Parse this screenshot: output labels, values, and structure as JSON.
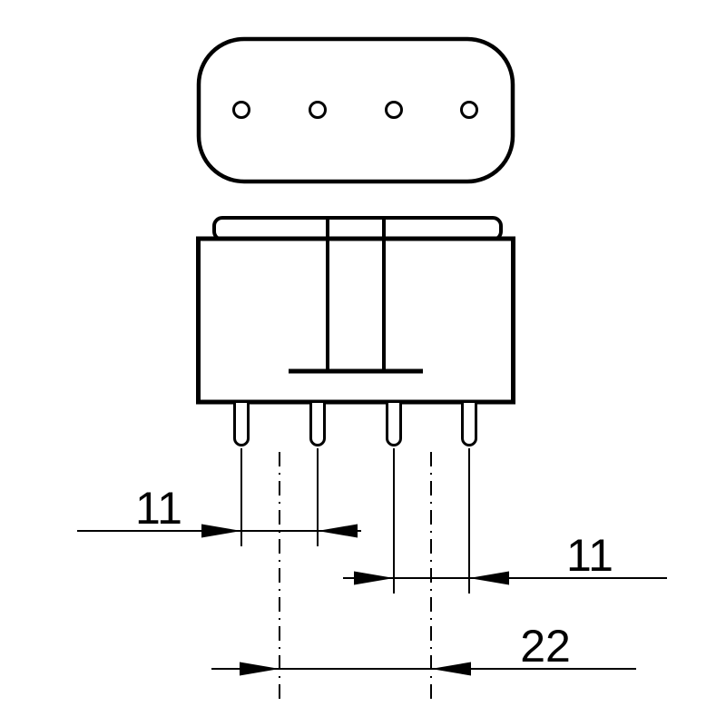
{
  "drawing": {
    "background_color": "#ffffff",
    "line_color": "#000000",
    "views": {
      "top_view": "lamp-base-top-view-with-4-pin-holes",
      "front_view": "lamp-base-front-view-with-4-pins"
    },
    "dimensions": {
      "left_pin_pair_pitch": {
        "label": "11"
      },
      "right_pin_pair_pitch": {
        "label": "11"
      },
      "pair_center_distance": {
        "label": "22"
      }
    }
  }
}
